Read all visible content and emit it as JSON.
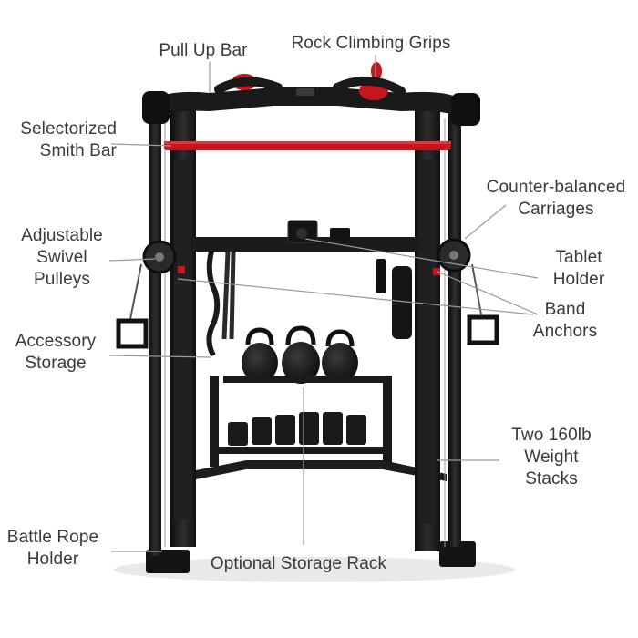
{
  "labels": {
    "pull_up_bar": [
      "Pull Up Bar"
    ],
    "rock_climbing_grips": [
      "Rock Climbing Grips"
    ],
    "selectorized_smith_bar": [
      "Selectorized",
      "Smith Bar"
    ],
    "counter_balanced_carriages": [
      "Counter-balanced",
      "Carriages"
    ],
    "adjustable_swivel_pulleys": [
      "Adjustable",
      "Swivel",
      "Pulleys"
    ],
    "tablet_holder": [
      "Tablet",
      "Holder"
    ],
    "band_anchors": [
      "Band",
      "Anchors"
    ],
    "accessory_storage": [
      "Accessory",
      "Storage"
    ],
    "two_160lb_weight_stacks": [
      "Two 160lb",
      "Weight",
      "Stacks"
    ],
    "battle_rope_holder": [
      "Battle Rope",
      "Holder"
    ],
    "optional_storage_rack": [
      "Optional Storage Rack"
    ]
  },
  "colors": {
    "frame": "#1c1c1e",
    "frame_highlight": "#3a3a3d",
    "accent_red": "#c4161c",
    "label_text": "#3a3a3a",
    "leader_line": "#9a9a9a"
  }
}
